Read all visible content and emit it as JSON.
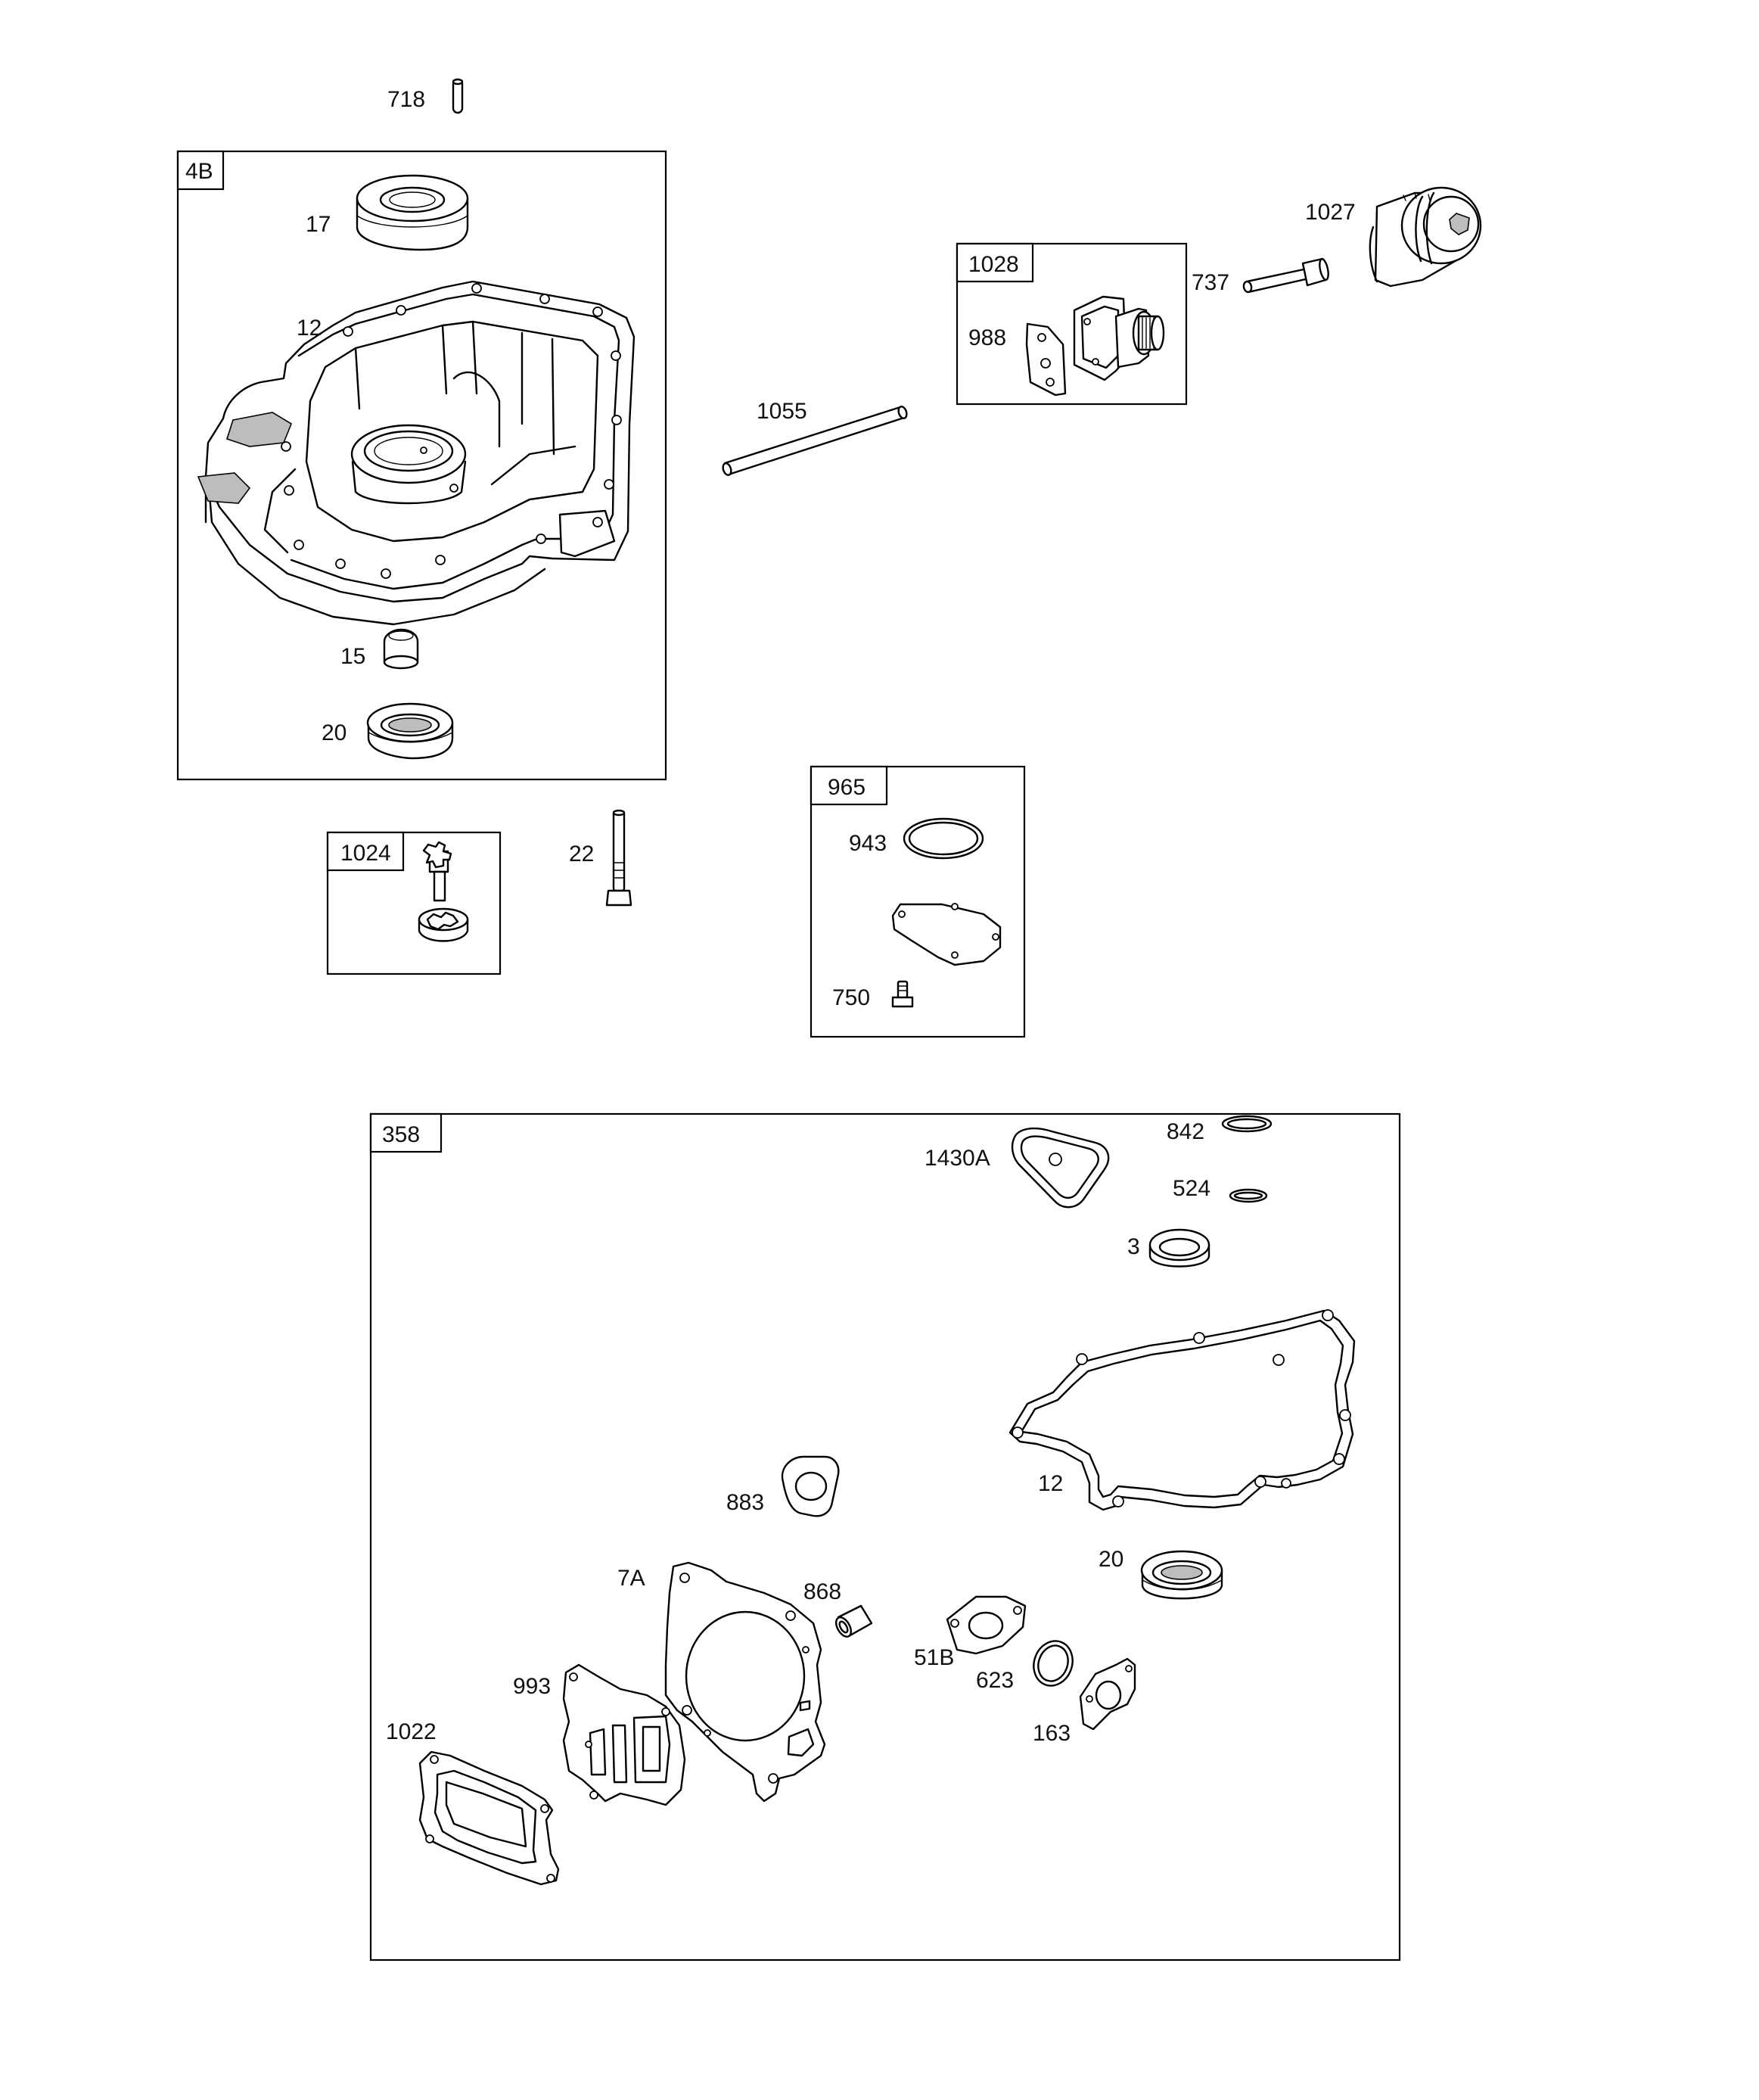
{
  "groups": {
    "g4B": "4B",
    "g1024": "1024",
    "g1028": "1028",
    "g965": "965",
    "g358": "358"
  },
  "labels": {
    "p718": "718",
    "p17": "17",
    "p12a": "12",
    "p15": "15",
    "p20a": "20",
    "p22": "22",
    "p1055": "1055",
    "p988": "988",
    "p737": "737",
    "p1027": "1027",
    "p943": "943",
    "p750": "750",
    "p1430A": "1430A",
    "p842": "842",
    "p524": "524",
    "p3": "3",
    "p12b": "12",
    "p883": "883",
    "p20b": "20",
    "p7A": "7A",
    "p868": "868",
    "p51B": "51B",
    "p623": "623",
    "p163": "163",
    "p993": "993",
    "p1022": "1022"
  }
}
